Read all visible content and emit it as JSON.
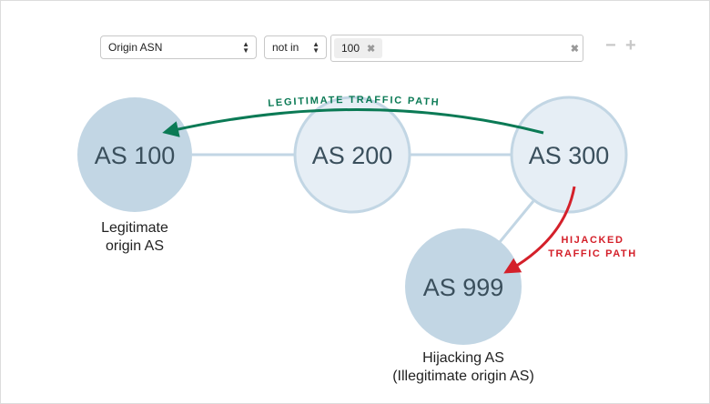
{
  "filter": {
    "field_select": "Origin ASN",
    "operator_select": "not in",
    "tags": [
      "100"
    ],
    "remove_tag_icon": "close-icon",
    "clear_icon": "close-icon",
    "remove_label": "−",
    "add_label": "+"
  },
  "diagram": {
    "nodes": [
      {
        "id": "as100",
        "label": "AS 100",
        "caption": [
          "Legitimate",
          "origin AS"
        ]
      },
      {
        "id": "as200",
        "label": "AS 200"
      },
      {
        "id": "as300",
        "label": "AS 300"
      },
      {
        "id": "as999",
        "label": "AS 999",
        "caption": [
          "Hijacking AS",
          "(Illegitimate origin AS)"
        ]
      }
    ],
    "legit_path_label": "LEGITIMATE TRAFFIC PATH",
    "hijack_path_label": [
      "HIJACKED",
      "TRAFFIC PATH"
    ],
    "colors": {
      "legit": "#0b7a55",
      "hijack": "#d4202a",
      "node_fill": "#c2d6e4",
      "node_light": "#e6eef5",
      "node_text": "#3a4f5c"
    }
  }
}
